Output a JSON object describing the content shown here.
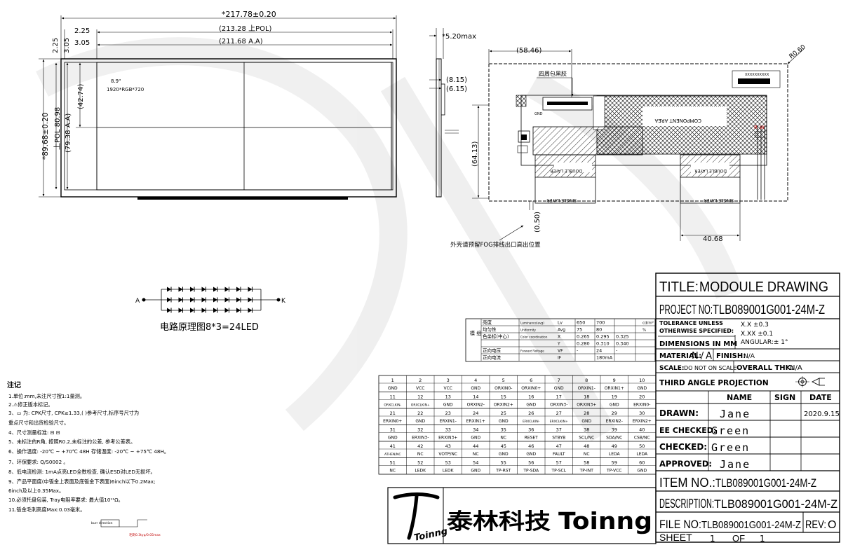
{
  "front": {
    "dim_total_w": "*217.78±0.20",
    "dim_pol_w": "(213.28 上POL)",
    "dim_aa_w": "(211.68 A.A)",
    "dim_offset_1": "2.25",
    "dim_offset_2": "3.05",
    "dim_offset_v1": "2.25",
    "dim_offset_v2": "3.05",
    "dim_total_h": "*89.68±0.20",
    "dim_pol_h": "上POL 80.98",
    "dim_aa_h": "(79.38 A.A)",
    "dim_half_h": "(42.74)",
    "panel_size": "8.9\"",
    "panel_res": "1920*RGB*720"
  },
  "side": {
    "dim_thickness": "*5.20max",
    "dim_a": "(8.15)",
    "dim_b": "(6.15)"
  },
  "back": {
    "dim_width": "(58.46)",
    "dim_radius": "R0.60",
    "dim_height": "(64.13)",
    "dim_gap": "(0.50)",
    "dim_fpc": "40.68",
    "note_wrap": "四周包黑胶",
    "note_fpc": "外壳请预留FOG排线出口高出位置",
    "label_component": "COMPONENT AREA",
    "label_double_1": "DOUBLE LAYER",
    "label_double_2": "DOUBLE LAYER",
    "label_single_1": "SINGLE LAYER",
    "label_single_2": "SINGLE LAYER",
    "barcode_text": "XXXXXXXXXX",
    "conn_label": "GND"
  },
  "circuit": {
    "node_a": "A",
    "node_k": "K",
    "caption": "电路原理图8*3=24LED"
  },
  "led_table": {
    "group_label": "模 组",
    "rows": [
      {
        "item": "亮度",
        "en": "Luminance(avg)",
        "sym": "Lv",
        "v1": "650",
        "v2": "700",
        "v3": "",
        "unit": "cd/m²"
      },
      {
        "item": "均匀性",
        "en": "Uniformity",
        "sym": "Avg",
        "v1": "75",
        "v2": "80",
        "v3": "",
        "unit": "%"
      },
      {
        "item": "色坐标(中心)",
        "en": "Color coordination",
        "sym": "X",
        "v1": "0.265",
        "v2": "0.295",
        "v3": "0.325",
        "unit": ""
      },
      {
        "item": "",
        "en": "",
        "sym": "Y",
        "v1": "0.280",
        "v2": "0.310",
        "v3": "0.340",
        "unit": ""
      },
      {
        "item": "正向电压",
        "en": "Forward Voltage",
        "sym": "VF",
        "v1": "-",
        "v2": "24",
        "v3": "-",
        "unit": ""
      },
      {
        "item": "正向电流",
        "en": "",
        "sym": "IF",
        "v1": "",
        "v2": "180mA",
        "v3": "",
        "unit": ""
      }
    ]
  },
  "pins": [
    {
      "n": "1",
      "s": "GND"
    },
    {
      "n": "2",
      "s": "VCC"
    },
    {
      "n": "3",
      "s": "VCC"
    },
    {
      "n": "4",
      "s": "GND"
    },
    {
      "n": "5",
      "s": "ORXIN0-"
    },
    {
      "n": "6",
      "s": "ORXIN0+"
    },
    {
      "n": "7",
      "s": "GND"
    },
    {
      "n": "8",
      "s": "ORXIN1-"
    },
    {
      "n": "9",
      "s": "ORXIN1+"
    },
    {
      "n": "10",
      "s": "GND"
    },
    {
      "n": "11",
      "s": "ORXCLKIN-"
    },
    {
      "n": "12",
      "s": "ORXCLKIN+"
    },
    {
      "n": "13",
      "s": "GND"
    },
    {
      "n": "14",
      "s": "ORXIN2-"
    },
    {
      "n": "15",
      "s": "ORXIN2+"
    },
    {
      "n": "16",
      "s": "GND"
    },
    {
      "n": "17",
      "s": "ORXIN3-"
    },
    {
      "n": "18",
      "s": "ORXIN3+"
    },
    {
      "n": "19",
      "s": "GND"
    },
    {
      "n": "20",
      "s": "ERXIN0-"
    },
    {
      "n": "21",
      "s": "ERXIN0+"
    },
    {
      "n": "22",
      "s": "GND"
    },
    {
      "n": "23",
      "s": "ERXIN1-"
    },
    {
      "n": "24",
      "s": "ERXIN1+"
    },
    {
      "n": "25",
      "s": "GND"
    },
    {
      "n": "26",
      "s": "ERXCLKIN-"
    },
    {
      "n": "27",
      "s": "ERXCLKIN+"
    },
    {
      "n": "28",
      "s": "GND"
    },
    {
      "n": "29",
      "s": "ERXIN2-"
    },
    {
      "n": "30",
      "s": "ERXIN2+"
    },
    {
      "n": "31",
      "s": "GND"
    },
    {
      "n": "32",
      "s": "ERXIN3-"
    },
    {
      "n": "33",
      "s": "ERXIN3+"
    },
    {
      "n": "34",
      "s": "GND"
    },
    {
      "n": "35",
      "s": "NC"
    },
    {
      "n": "36",
      "s": "RESET"
    },
    {
      "n": "37",
      "s": "STBYB"
    },
    {
      "n": "38",
      "s": "SCL/NC"
    },
    {
      "n": "39",
      "s": "SDA/NC"
    },
    {
      "n": "40",
      "s": "CSB/NC"
    },
    {
      "n": "41",
      "s": "ATHEN/NC"
    },
    {
      "n": "42",
      "s": "NC"
    },
    {
      "n": "43",
      "s": "VOTP/NC"
    },
    {
      "n": "44",
      "s": "NC"
    },
    {
      "n": "45",
      "s": "GND"
    },
    {
      "n": "46",
      "s": "GND"
    },
    {
      "n": "47",
      "s": "FAULT"
    },
    {
      "n": "48",
      "s": "NC"
    },
    {
      "n": "49",
      "s": "LEDA"
    },
    {
      "n": "50",
      "s": "LEDA"
    },
    {
      "n": "51",
      "s": "NC"
    },
    {
      "n": "52",
      "s": "LEDK"
    },
    {
      "n": "53",
      "s": "LEDK"
    },
    {
      "n": "54",
      "s": "GND"
    },
    {
      "n": "55",
      "s": "TP-RST"
    },
    {
      "n": "56",
      "s": "TP-SDA"
    },
    {
      "n": "57",
      "s": "TP-SCL"
    },
    {
      "n": "58",
      "s": "TP-INT"
    },
    {
      "n": "59",
      "s": "TP-VCC"
    },
    {
      "n": "60",
      "s": "GND"
    }
  ],
  "notes": {
    "heading": "注记",
    "items": [
      "1.单位:mm,未注尺寸按1:1量测。",
      "2.⚠修正版本标记。",
      "3、▭ 为: CPK尺寸, CPK≥1.33,(   )参考尺寸,标序号尺寸为",
      "   重点尺寸和出货检验尺寸。",
      "4、尺寸测量标准: ⊟ ⊟",
      "5、未标注的R角, 按照R0.2,未标注的公差, 参考公差表。",
      "6、操作温度: -20℃ ~ +70℃ 48H  存储温度: -20℃ ~ +75℃ 48H。",
      "7、环保要求: Q/S0002 。",
      "8、低电流检测: 1mA点亮LED全数检查, 确认ESD对LED无损坏。",
      "9、产品平面度(中钣金上表面及底钣金下表面)6inch以下0.2Max;",
      "   6inch及以上0.35Max。",
      "10.必须托盘包装, Tray电阻率要求: 最大值10¹¹Ω。",
      "11.钣金毛刺高度Max:0.03毫米。"
    ],
    "burr_label": "burr direction",
    "burr_note": "毛刺0.3typ/0.05max"
  },
  "title_block": {
    "title_label": "TITLE:",
    "title_value": "MODOULE DRAWING",
    "project_label": "PROJECT NO:",
    "project_value": "TLB089001G001-24M-Z",
    "tol_line1": "TOLERANCE UNLESS",
    "tol_line2": "OTHERWISE SPECIFIED:",
    "tol_xx": "X.X  ±0.3",
    "tol_xxx": "X.XX  ±0.1",
    "tol_ang": "ANGULAR:± 1°",
    "dims_label": "DIMENSIONS IN MM",
    "material_label": "MATERIAL:",
    "material_value": "N/A",
    "finish_label": "FINISH:",
    "finish_value": "N/A",
    "scale_label": "SCALE:",
    "scale_value": "DO NOT ON SCALE",
    "overall_label": "OVERALL THK:",
    "overall_value": "N/A",
    "projection_label": "THIRD ANGLE PROJECTION",
    "col_name": "NAME",
    "col_sign": "SIGN",
    "col_date": "DATE",
    "drawn_label": "DRAWN:",
    "drawn_name": "Jane",
    "drawn_date": "2020.9.15",
    "ee_label": "EE CHECKED:",
    "ee_name": "Green",
    "checked_label": "CHECKED:",
    "checked_name": "Green",
    "approved_label": "APPROVED:",
    "approved_name": "Jane",
    "item_label": "ITEM NO.:",
    "item_value": "TLB089001G001-24M-Z",
    "desc_label": "DESCRIPTION:",
    "desc_value": "TLB089001G001-24M-Z",
    "file_label": "FILE NO:",
    "file_value": "TLB089001G001-24M-Z",
    "rev_label": "REV:",
    "rev_value": "O",
    "sheet_label": "SHEET",
    "sheet_no": "1",
    "sheet_of": "OF",
    "sheet_total": "1",
    "logo_cn": "泰林科技",
    "logo_en": "Toinng",
    "logo_script": "Toinng"
  }
}
